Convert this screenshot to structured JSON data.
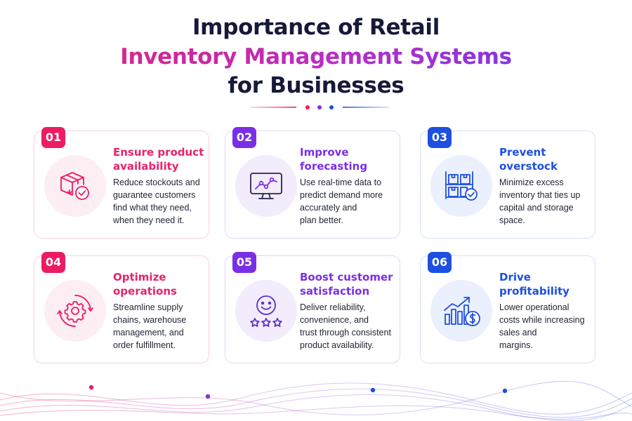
{
  "title": {
    "line1": "Importance of Retail",
    "line2": "Inventory Management Systems",
    "line3": "for Businesses"
  },
  "colors": {
    "pink": "#ec1c64",
    "purple": "#7a2fe6",
    "blue": "#1d4fe0",
    "navy": "#17193a"
  },
  "cards": [
    {
      "number": "01",
      "title": [
        "Ensure product",
        "availability"
      ],
      "description": [
        "Reduce stockouts and",
        "guarantee customers",
        "find what they need,",
        "when they need it."
      ],
      "icon": "box-check-icon",
      "color": "pink"
    },
    {
      "number": "02",
      "title": [
        "Improve",
        "forecasting"
      ],
      "description": [
        "Use real-time data to",
        "predict demand more",
        "accurately and",
        "plan better."
      ],
      "icon": "monitor-chart-icon",
      "color": "purple"
    },
    {
      "number": "03",
      "title": [
        "Prevent",
        "overstock"
      ],
      "description": [
        "Minimize excess",
        "inventory that ties up",
        "capital and storage",
        "space."
      ],
      "icon": "shelf-boxes-check-icon",
      "color": "blue"
    },
    {
      "number": "04",
      "title": [
        "Optimize",
        "operations"
      ],
      "description": [
        "Streamline supply",
        "chains, warehouse",
        "management, and",
        "order fulfillment."
      ],
      "icon": "gear-cycle-icon",
      "color": "pink"
    },
    {
      "number": "05",
      "title": [
        "Boost customer",
        "satisfaction"
      ],
      "description": [
        "Deliver reliability,",
        "convenience, and",
        "trust through consistent",
        "product availability."
      ],
      "icon": "smiley-stars-icon",
      "color": "purple"
    },
    {
      "number": "06",
      "title": [
        "Drive",
        "profitability"
      ],
      "description": [
        "Lower operational",
        "costs while increasing",
        "sales and",
        "margins."
      ],
      "icon": "growth-chart-dollar-icon",
      "color": "blue"
    }
  ]
}
